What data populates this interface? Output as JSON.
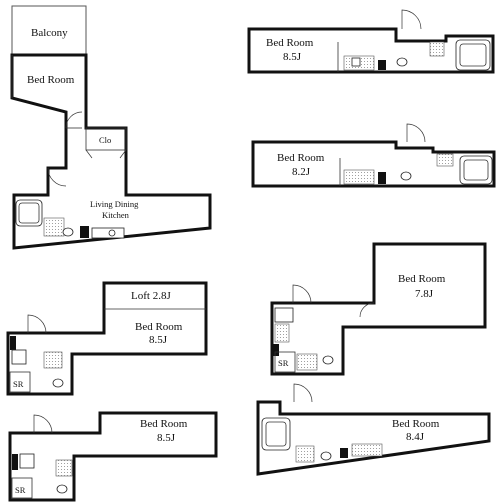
{
  "plans": {
    "unit_a": {
      "balcony": "Balcony",
      "bedroom": "Bed Room",
      "closet": "Clo",
      "living_line1": "Living Dining",
      "living_line2": "Kitchen"
    },
    "unit_b": {
      "bedroom": "Bed Room",
      "size": "8.5J"
    },
    "unit_c": {
      "bedroom": "Bed Room",
      "size": "8.2J"
    },
    "unit_d": {
      "bedroom": "Bed Room",
      "size": "7.8J",
      "storage": "SR"
    },
    "unit_e": {
      "loft": "Loft  2.8J",
      "bedroom": "Bed Room",
      "size": "8.5J",
      "storage": "SR"
    },
    "unit_f": {
      "bedroom": "Bed Room",
      "size": "8.4J"
    },
    "unit_g": {
      "bedroom": "Bed Room",
      "size": "8.5J",
      "storage": "SR"
    }
  }
}
